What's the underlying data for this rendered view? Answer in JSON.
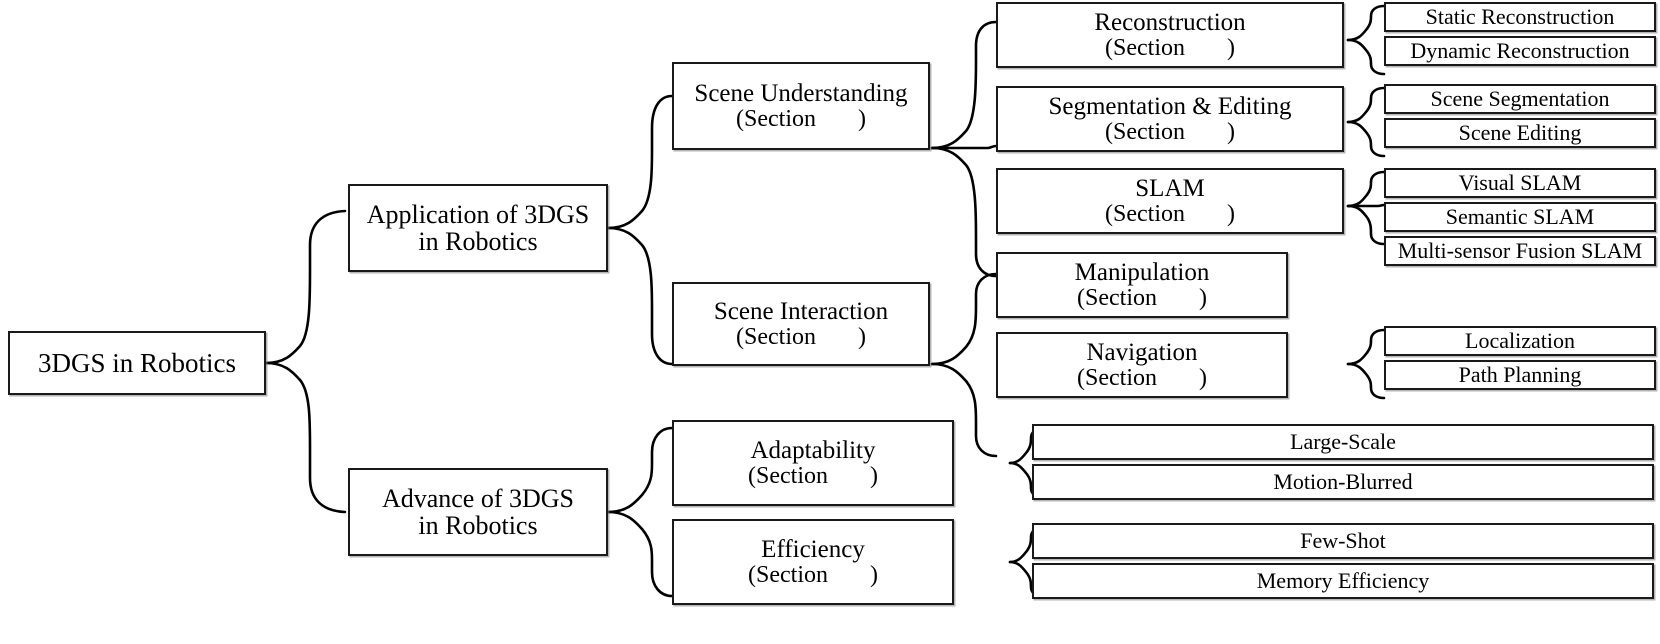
{
  "diagram": {
    "type": "tree",
    "title": "3DGS in Robotics taxonomy",
    "section_label": "(Section",
    "section_close": ")",
    "section_ref": "",
    "colors": {
      "box_border": "#1a1a1a",
      "box_fill": "#ffffff",
      "link": "#000000",
      "text": "#000000",
      "background": "#ffffff"
    }
  },
  "nodes": {
    "root": {
      "line1": "3DGS in Robotics"
    },
    "application": {
      "line1": "Application of 3DGS",
      "line2": "in Robotics"
    },
    "advance": {
      "line1": "Advance of 3DGS",
      "line2": "in Robotics"
    },
    "scene_understanding": {
      "line1": "Scene Understanding",
      "has_section": true
    },
    "scene_interaction": {
      "line1": "Scene Interaction",
      "has_section": true
    },
    "reconstruction": {
      "line1": "Reconstruction",
      "has_section": true
    },
    "segmentation_editing": {
      "line1": "Segmentation & Editing",
      "has_section": true
    },
    "slam": {
      "line1": "SLAM",
      "has_section": true
    },
    "manipulation": {
      "line1": "Manipulation",
      "has_section": true
    },
    "navigation": {
      "line1": "Navigation",
      "has_section": true
    },
    "adaptability": {
      "line1": "Adaptability",
      "has_section": true
    },
    "efficiency": {
      "line1": "Efficiency",
      "has_section": true
    }
  },
  "leaves": {
    "static_reconstruction": {
      "label": "Static Reconstruction"
    },
    "dynamic_reconstruction": {
      "label": "Dynamic Reconstruction"
    },
    "scene_segmentation": {
      "label": "Scene Segmentation"
    },
    "scene_editing": {
      "label": "Scene Editing"
    },
    "visual_slam": {
      "label": "Visual SLAM"
    },
    "semantic_slam": {
      "label": "Semantic SLAM"
    },
    "multi_sensor_fusion_slam": {
      "label": "Multi-sensor Fusion SLAM"
    },
    "localization": {
      "label": "Localization"
    },
    "path_planning": {
      "label": "Path Planning"
    },
    "large_scale": {
      "label": "Large-Scale"
    },
    "motion_blurred": {
      "label": "Motion-Blurred"
    },
    "few_shot": {
      "label": "Few-Shot"
    },
    "memory_efficiency": {
      "label": "Memory Efficiency"
    }
  },
  "structure": {
    "root_children": [
      "application",
      "advance"
    ],
    "application_children": [
      "scene_understanding",
      "scene_interaction"
    ],
    "advance_children": [
      "adaptability",
      "efficiency"
    ],
    "scene_understanding_children": [
      "reconstruction",
      "segmentation_editing",
      "slam"
    ],
    "scene_interaction_children": [
      "manipulation",
      "navigation"
    ],
    "reconstruction_children": [
      "static_reconstruction",
      "dynamic_reconstruction"
    ],
    "segmentation_editing_children": [
      "scene_segmentation",
      "scene_editing"
    ],
    "slam_children": [
      "visual_slam",
      "semantic_slam",
      "multi_sensor_fusion_slam"
    ],
    "manipulation_children": [],
    "navigation_children": [
      "localization",
      "path_planning"
    ],
    "adaptability_children": [
      "large_scale",
      "motion_blurred"
    ],
    "efficiency_children": [
      "few_shot",
      "memory_efficiency"
    ]
  }
}
